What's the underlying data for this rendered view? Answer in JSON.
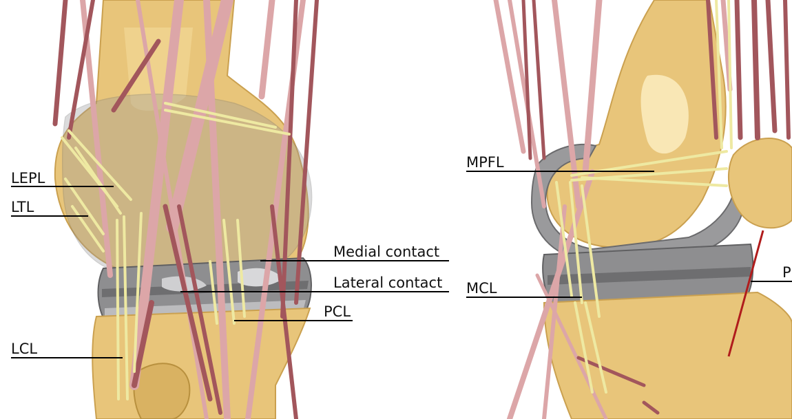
{
  "labels": {
    "lepl": "LEPL",
    "ltl": "LTL",
    "lcl": "LCL",
    "medial_contact": "Medial contact",
    "lateral_contact": "Lateral contact",
    "pcl": "PCL",
    "mpfl": "MPFL",
    "mcl": "MCL",
    "p": "P"
  },
  "colors": {
    "bone": "#e8c57a",
    "bone_shade": "#caa04f",
    "bone_light": "#f6dea0",
    "implant": "#8e8e90",
    "implant_dark": "#5f5f61",
    "implant_light": "#c6c6c8",
    "muscle_dark": "#a2565c",
    "muscle_light": "#dca6a8",
    "ligament": "#eee9a2",
    "patellar_tendon": "#b01c1c"
  }
}
